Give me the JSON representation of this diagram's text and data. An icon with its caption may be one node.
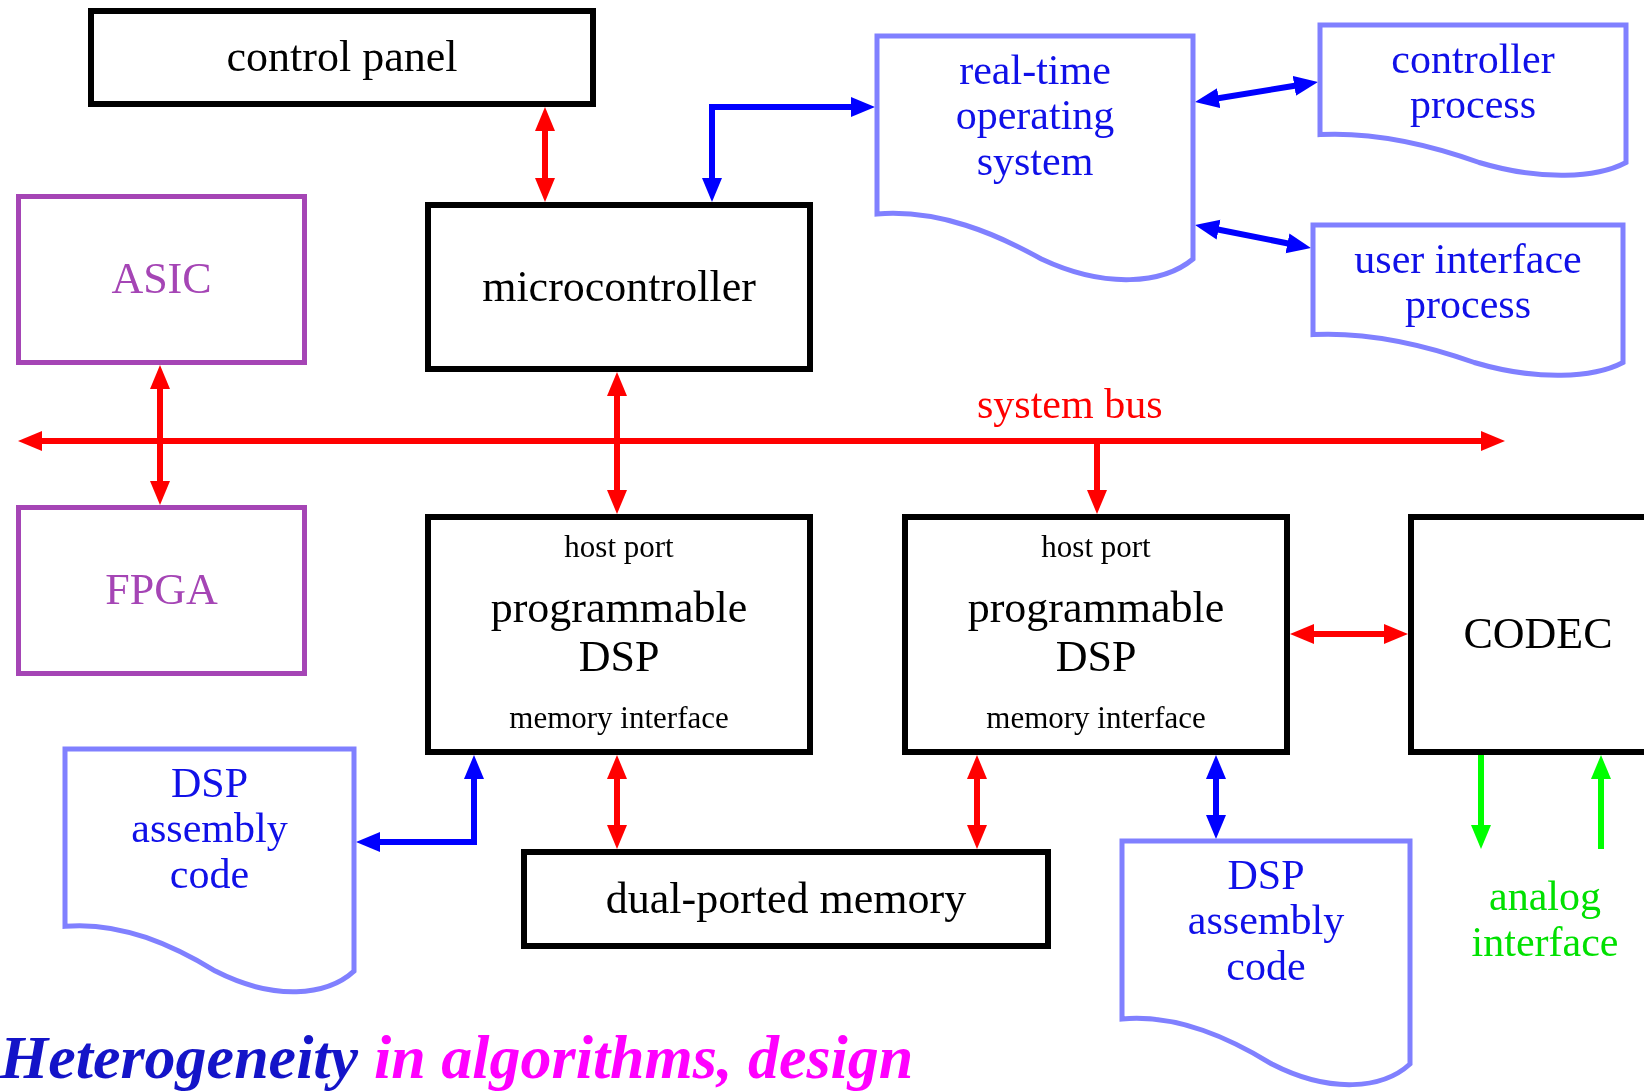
{
  "diagram": {
    "nodes": [
      {
        "text": [
          "control panel"
        ]
      },
      {
        "text": [
          "microcontroller"
        ]
      },
      {
        "text": [
          "real-time operating system"
        ]
      },
      {
        "text": [
          "controller process"
        ]
      },
      {
        "text": [
          "user interface process"
        ]
      },
      {
        "text": [
          "ASIC"
        ]
      },
      {
        "text": [
          "system bus"
        ]
      },
      {
        "text": [
          "FPGA"
        ]
      },
      {
        "text": [
          "host port",
          "programmable DSP",
          "memory interface"
        ]
      },
      {
        "text": [
          "host port",
          "programmable DSP",
          "memory interface"
        ]
      },
      {
        "text": [
          "CODEC"
        ]
      },
      {
        "text": [
          "DSP assembly code"
        ]
      },
      {
        "text": [
          "dual-ported memory"
        ]
      },
      {
        "text": [
          "DSP assembly code"
        ]
      },
      {
        "text": [
          "analog interface"
        ]
      }
    ],
    "edges": [
      {
        "from": 0,
        "to": 1,
        "arrow": "both"
      },
      {
        "from": 1,
        "to": 2,
        "arrow": "both",
        "color": "#0000ff"
      },
      {
        "from": 2,
        "to": 3,
        "arrow": "both",
        "color": "#0000ff"
      },
      {
        "from": 2,
        "to": 4,
        "arrow": "both",
        "color": "#0000ff"
      },
      {
        "from": 5,
        "to": 7,
        "arrow": "both"
      },
      {
        "from": 1,
        "to": 8,
        "arrow": "both"
      },
      {
        "from": 6,
        "to": 9,
        "arrow": "to"
      },
      {
        "from": 9,
        "to": 10,
        "arrow": "both"
      },
      {
        "from": 8,
        "to": 11,
        "arrow": "both",
        "color": "#0000ff"
      },
      {
        "from": 8,
        "to": 12,
        "arrow": "both"
      },
      {
        "from": 9,
        "to": 12,
        "arrow": "both"
      },
      {
        "from": 9,
        "to": 13,
        "arrow": "both",
        "color": "#0000ff"
      },
      {
        "from": 10,
        "to": 14,
        "arrow": "to",
        "color": "#00ff00"
      },
      {
        "from": 14,
        "to": 10,
        "arrow": "to",
        "color": "#00ff00"
      },
      {
        "from": 6,
        "to": null,
        "arrow": "to"
      },
      {
        "from": 6,
        "to": null,
        "arrow": "to"
      }
    ],
    "labels": [
      "Heterogeneity",
      "in algorithms, design"
    ]
  }
}
